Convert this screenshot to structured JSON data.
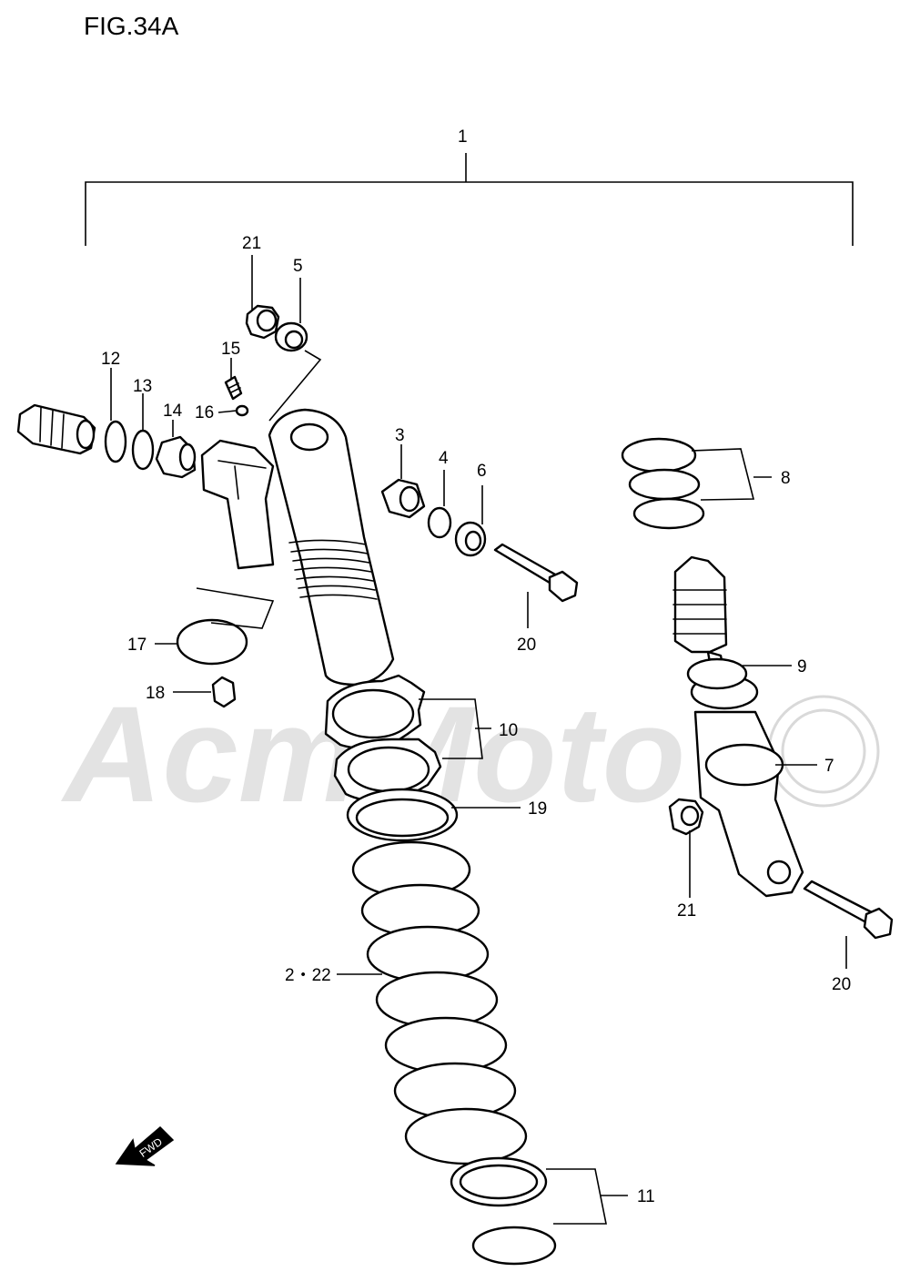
{
  "figure_title": "FIG.34A",
  "watermark_text": "AcmMoto",
  "fwd_badge": "FWD",
  "callouts": {
    "c1": "1",
    "c2_22": "2・22",
    "c3": "3",
    "c4": "4",
    "c5": "5",
    "c6": "6",
    "c7": "7",
    "c8": "8",
    "c9": "9",
    "c10": "10",
    "c11": "11",
    "c12": "12",
    "c13": "13",
    "c14": "14",
    "c15": "15",
    "c16": "16",
    "c17": "17",
    "c18": "18",
    "c19": "19",
    "c20a": "20",
    "c20b": "20",
    "c21a": "21",
    "c21b": "21"
  }
}
